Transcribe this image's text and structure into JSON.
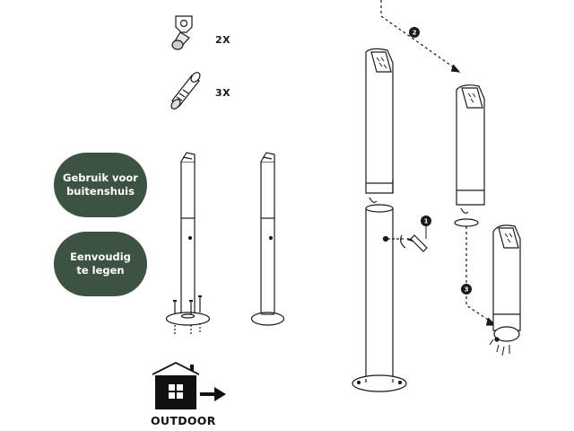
{
  "parts": {
    "key_quantity": "2X",
    "bolt_quantity": "3X"
  },
  "features": [
    {
      "lines": [
        "Gebruik voor",
        "buitenshuis"
      ]
    },
    {
      "lines": [
        "Eenvoudig",
        "te legen"
      ]
    }
  ],
  "outdoor": {
    "label": "OUTDOOR"
  },
  "steps": [
    "1",
    "2",
    "3"
  ],
  "colors": {
    "pill_green": "#3c5343",
    "line": "#1a1a1a"
  }
}
